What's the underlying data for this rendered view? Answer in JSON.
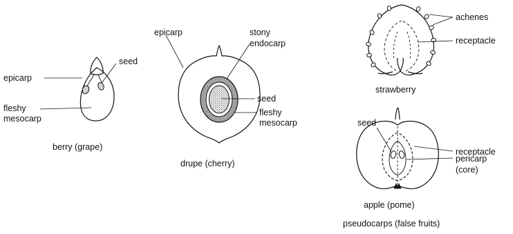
{
  "diagram": {
    "grape": {
      "labels": {
        "epicarp": "epicarp",
        "seed": "seed",
        "fleshy": "fleshy",
        "mesocarp": "mesocarp"
      },
      "caption": "berry (grape)"
    },
    "cherry": {
      "labels": {
        "epicarp": "epicarp",
        "stony": "stony",
        "endocarp": "endocarp",
        "seed": "seed",
        "fleshy": "fleshy",
        "mesocarp": "mesocarp"
      },
      "caption": "drupe (cherry)"
    },
    "strawberry": {
      "labels": {
        "achenes": "achenes",
        "receptacle": "receptacle"
      },
      "caption": "strawberry"
    },
    "apple": {
      "labels": {
        "seed": "seed",
        "receptacle": "receptacle",
        "pericarp": "pericarp",
        "core": "(core)"
      },
      "caption": "apple (pome)"
    },
    "group_caption": "pseudocarps (false fruits)"
  }
}
